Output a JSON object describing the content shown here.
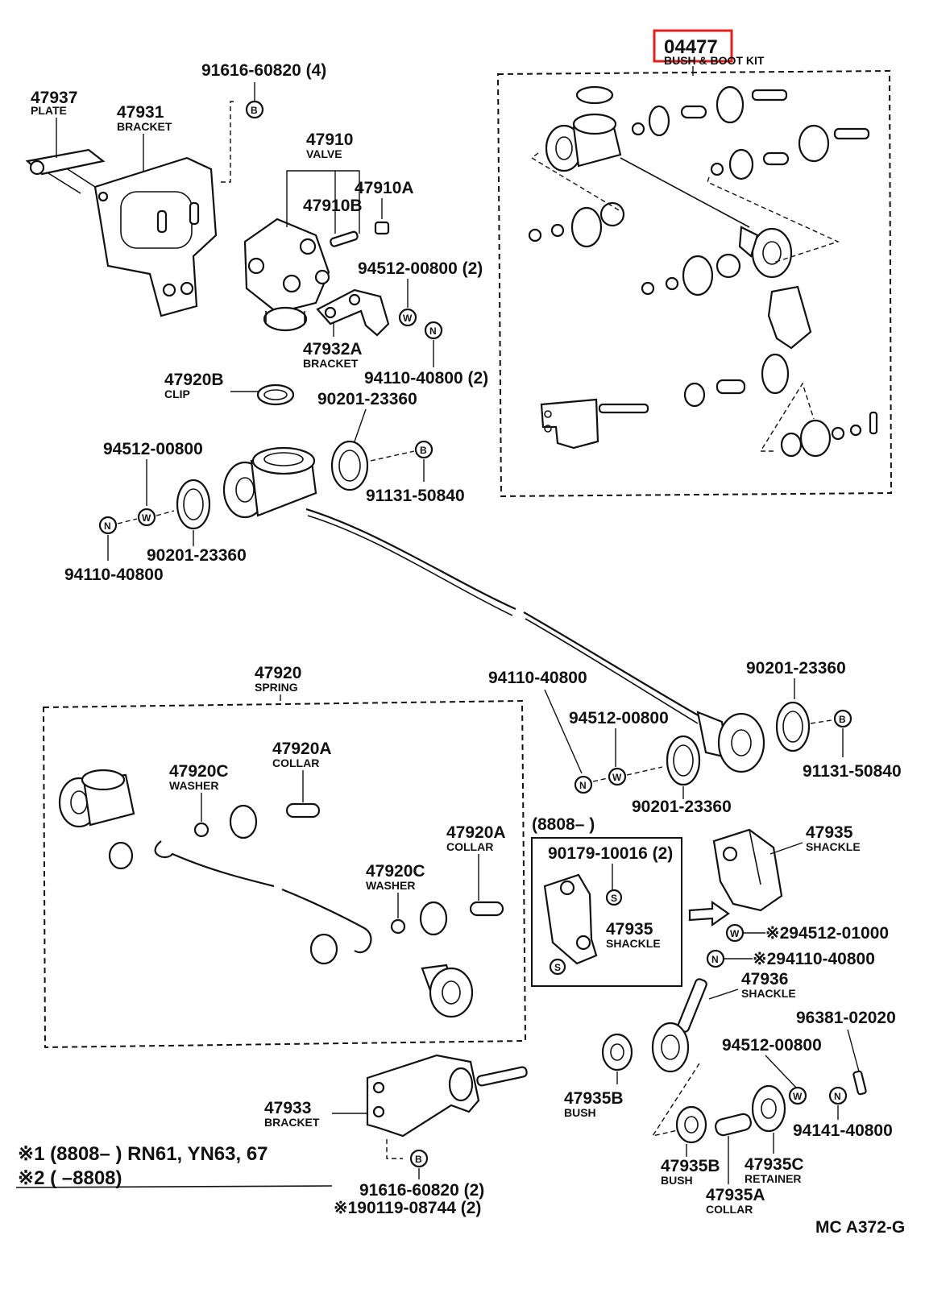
{
  "kit": {
    "number": "04477",
    "name": "BUSH & BOOT KIT",
    "highlight_color": "#e0201c"
  },
  "labels": {
    "p91616_top": "91616-60820 (4)",
    "p47937": "47937",
    "p47937_name": "PLATE",
    "p47931": "47931",
    "p47931_name": "BRACKET",
    "p47910": "47910",
    "p47910_name": "VALVE",
    "p47910A": "47910A",
    "p47910B": "47910B",
    "p94512_2": "94512-00800 (2)",
    "p47932A": "47932A",
    "p47932A_name": "BRACKET",
    "p94110_2": "94110-40800 (2)",
    "p47920B": "47920B",
    "p47920B_name": "CLIP",
    "p90201_a": "90201-23360",
    "p91131_a": "91131-50840",
    "p94512_a": "94512-00800",
    "p90201_b": "90201-23360",
    "p94110_a": "94110-40800",
    "p47920": "47920",
    "p47920_name": "SPRING",
    "p47920C_a": "47920C",
    "p47920C_a_name": "WASHER",
    "p47920A_a": "47920A",
    "p47920A_a_name": "COLLAR",
    "p47920A_b": "47920A",
    "p47920A_b_name": "COLLAR",
    "p47920C_b": "47920C",
    "p47920C_b_name": "WASHER",
    "p94110_b": "94110-40800",
    "p94512_b": "94512-00800",
    "p90201_c": "90201-23360",
    "p91131_b": "91131-50840",
    "p90201_d": "90201-23360",
    "p8808": "(8808–      )",
    "p90179": "90179-10016 (2)",
    "p47935_inner": "47935",
    "p47935_inner_name": "SHACKLE",
    "p47935": "47935",
    "p47935_name": "SHACKLE",
    "p94512_01000": "※294512-01000",
    "p94110_star": "※294110-40800",
    "p47936": "47936",
    "p47936_name": "SHACKLE",
    "p96381": "96381-02020",
    "p94512_c": "94512-00800",
    "p47935B_a": "47935B",
    "p47935B_a_name": "BUSH",
    "p94141": "94141-40800",
    "p47933": "47933",
    "p47933_name": "BRACKET",
    "p47935B_b": "47935B",
    "p47935B_b_name": "BUSH",
    "p47935C": "47935C",
    "p47935C_name": "RETAINER",
    "p47935A": "47935A",
    "p47935A_name": "COLLAR",
    "p91616_bot": "91616-60820 (2)",
    "p90119": "※190119-08744 (2)"
  },
  "notes": {
    "note1": "※1 (8808–        ) RN61, YN63, 67",
    "note2": "※2 (          –8808)"
  },
  "fastener_marks": {
    "bolt": "B",
    "washer": "W",
    "nut": "N",
    "screw": "S"
  },
  "figure_code": "MC A372-G"
}
